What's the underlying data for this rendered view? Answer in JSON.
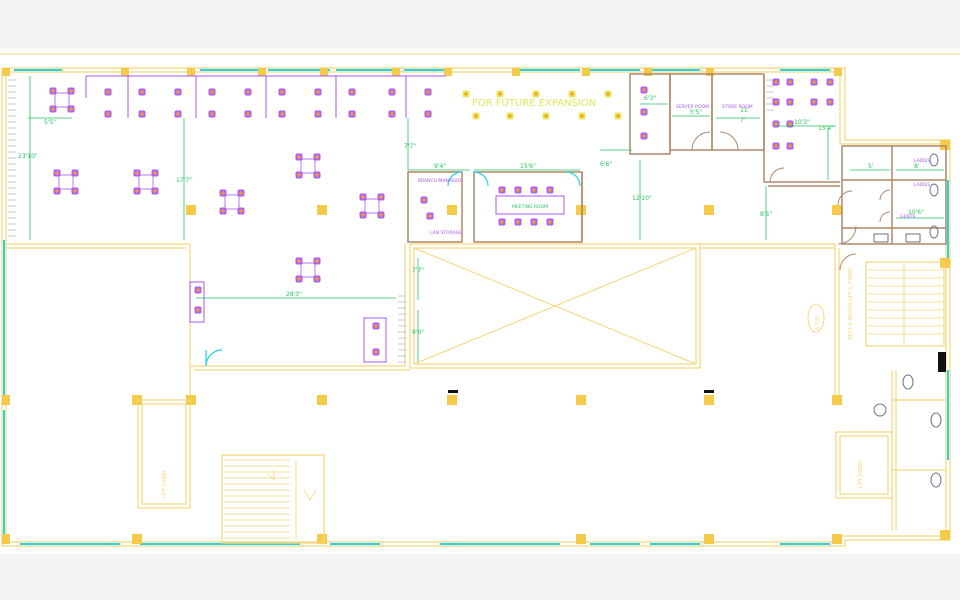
{
  "colors": {
    "wall": "#f5d77a",
    "column": "#f5c94a",
    "glass": "#22d3ee",
    "dimension": "#22c55e",
    "furniture": "#a855f7",
    "door": "#b08968",
    "future": "#e5e55a"
  },
  "labels": {
    "future_expansion": "FOR FUTURE EXPANSION",
    "branch_manager": "BRANCH\nMANAGER",
    "lan_storage": "LAN STORAGE",
    "meeting_room": "MEETING ROOM",
    "server_room": "SERVER ROOM",
    "store_room": "STORE ROOM",
    "ladies": "LADIES",
    "gents": "GENTS",
    "lift_lobby": "LIFT LOBBY",
    "lift_lobby_2": "LIFT LOBBY",
    "fire_escape": "BEST & BASEN\nLIFT & STAIRS",
    "badge": "4,330"
  },
  "dimensions": {
    "d1": "5'5\"",
    "d2": "23'10\"",
    "d3": "17'7\"",
    "d4": "7'7\"",
    "d5": "9'4\"",
    "d6": "15'6\"",
    "d7": "6'6\"",
    "d8": "12'10\"",
    "d9": "5'5\"",
    "d10": "7'",
    "d11": "11'",
    "d12": "10'3\"",
    "d13": "15'4\"",
    "d14": "8'5\"",
    "d15": "5'",
    "d16": "8'",
    "d17": "10'6\"",
    "d18": "28'3\"",
    "d19": "7'7\"",
    "d20": "9'6\"",
    "d21": "6'3\""
  }
}
